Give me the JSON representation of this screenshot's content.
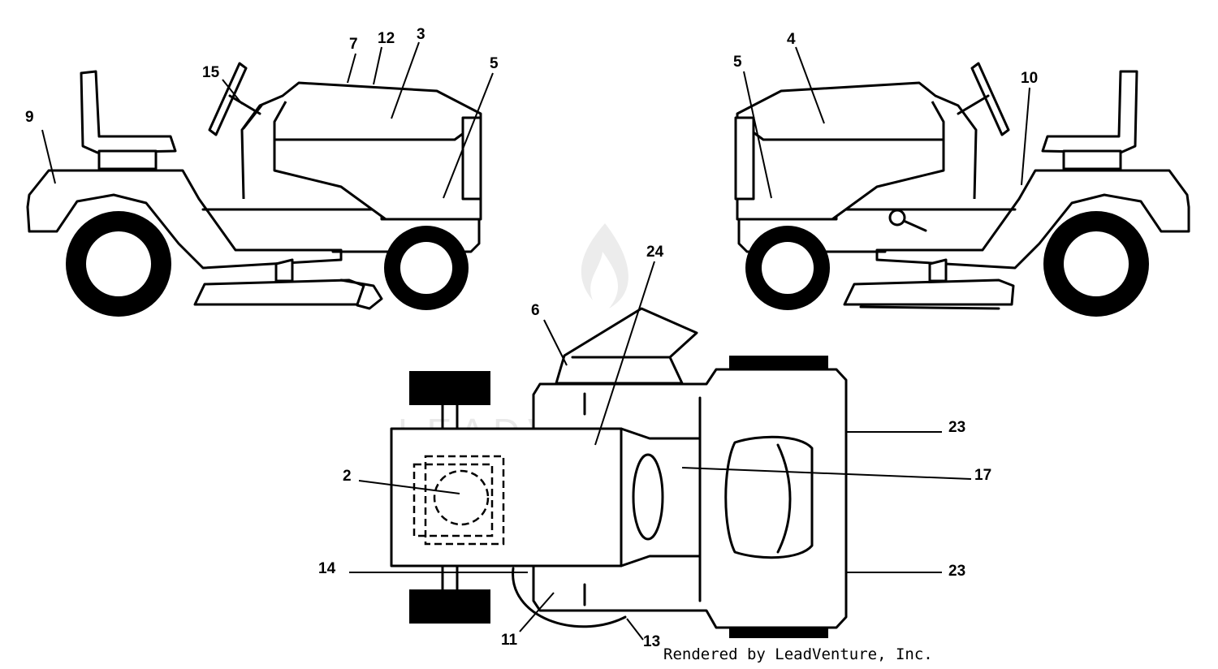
{
  "watermark": {
    "text": "LEADVENTURE"
  },
  "credit": {
    "text": "Rendered by LeadVenture, Inc."
  },
  "callouts": [
    "9",
    "15",
    "7",
    "12",
    "3",
    "5",
    "5",
    "4",
    "10",
    "24",
    "6",
    "23",
    "17",
    "2",
    "23",
    "14",
    "11",
    "13"
  ]
}
